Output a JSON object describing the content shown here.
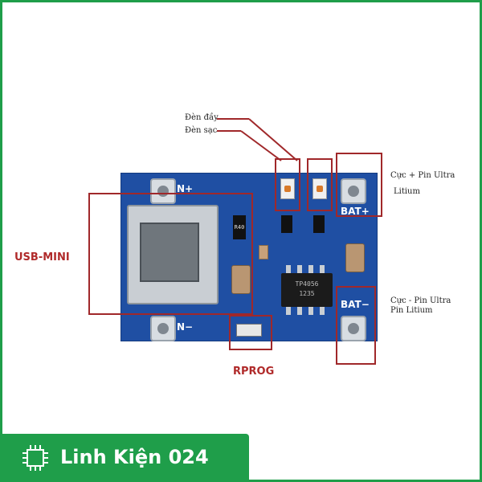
{
  "labels": {
    "den_day": "Đèn đầy",
    "den_sac": "Đèn sạc",
    "cuc_plus_1": "Cực + Pin Ultra",
    "cuc_plus_2": "Litium",
    "cuc_minus_1": "Cực - Pin Ultra",
    "cuc_minus_2": "Pin Litium",
    "usb_mini": "USB-MINI",
    "rprog": "RPROG"
  },
  "board": {
    "n_plus": "N+",
    "n_minus": "N−",
    "bat_plus": "BAT+",
    "bat_minus": "BAT−",
    "chip_line1": "TP4056",
    "chip_line2": "1235",
    "resistor": "R40"
  },
  "footer": {
    "brand": "Linh Kiện 024"
  },
  "colors": {
    "frame": "#1f9e4a",
    "annotation": "#a0282a",
    "pcb": "#1f4fa3"
  }
}
